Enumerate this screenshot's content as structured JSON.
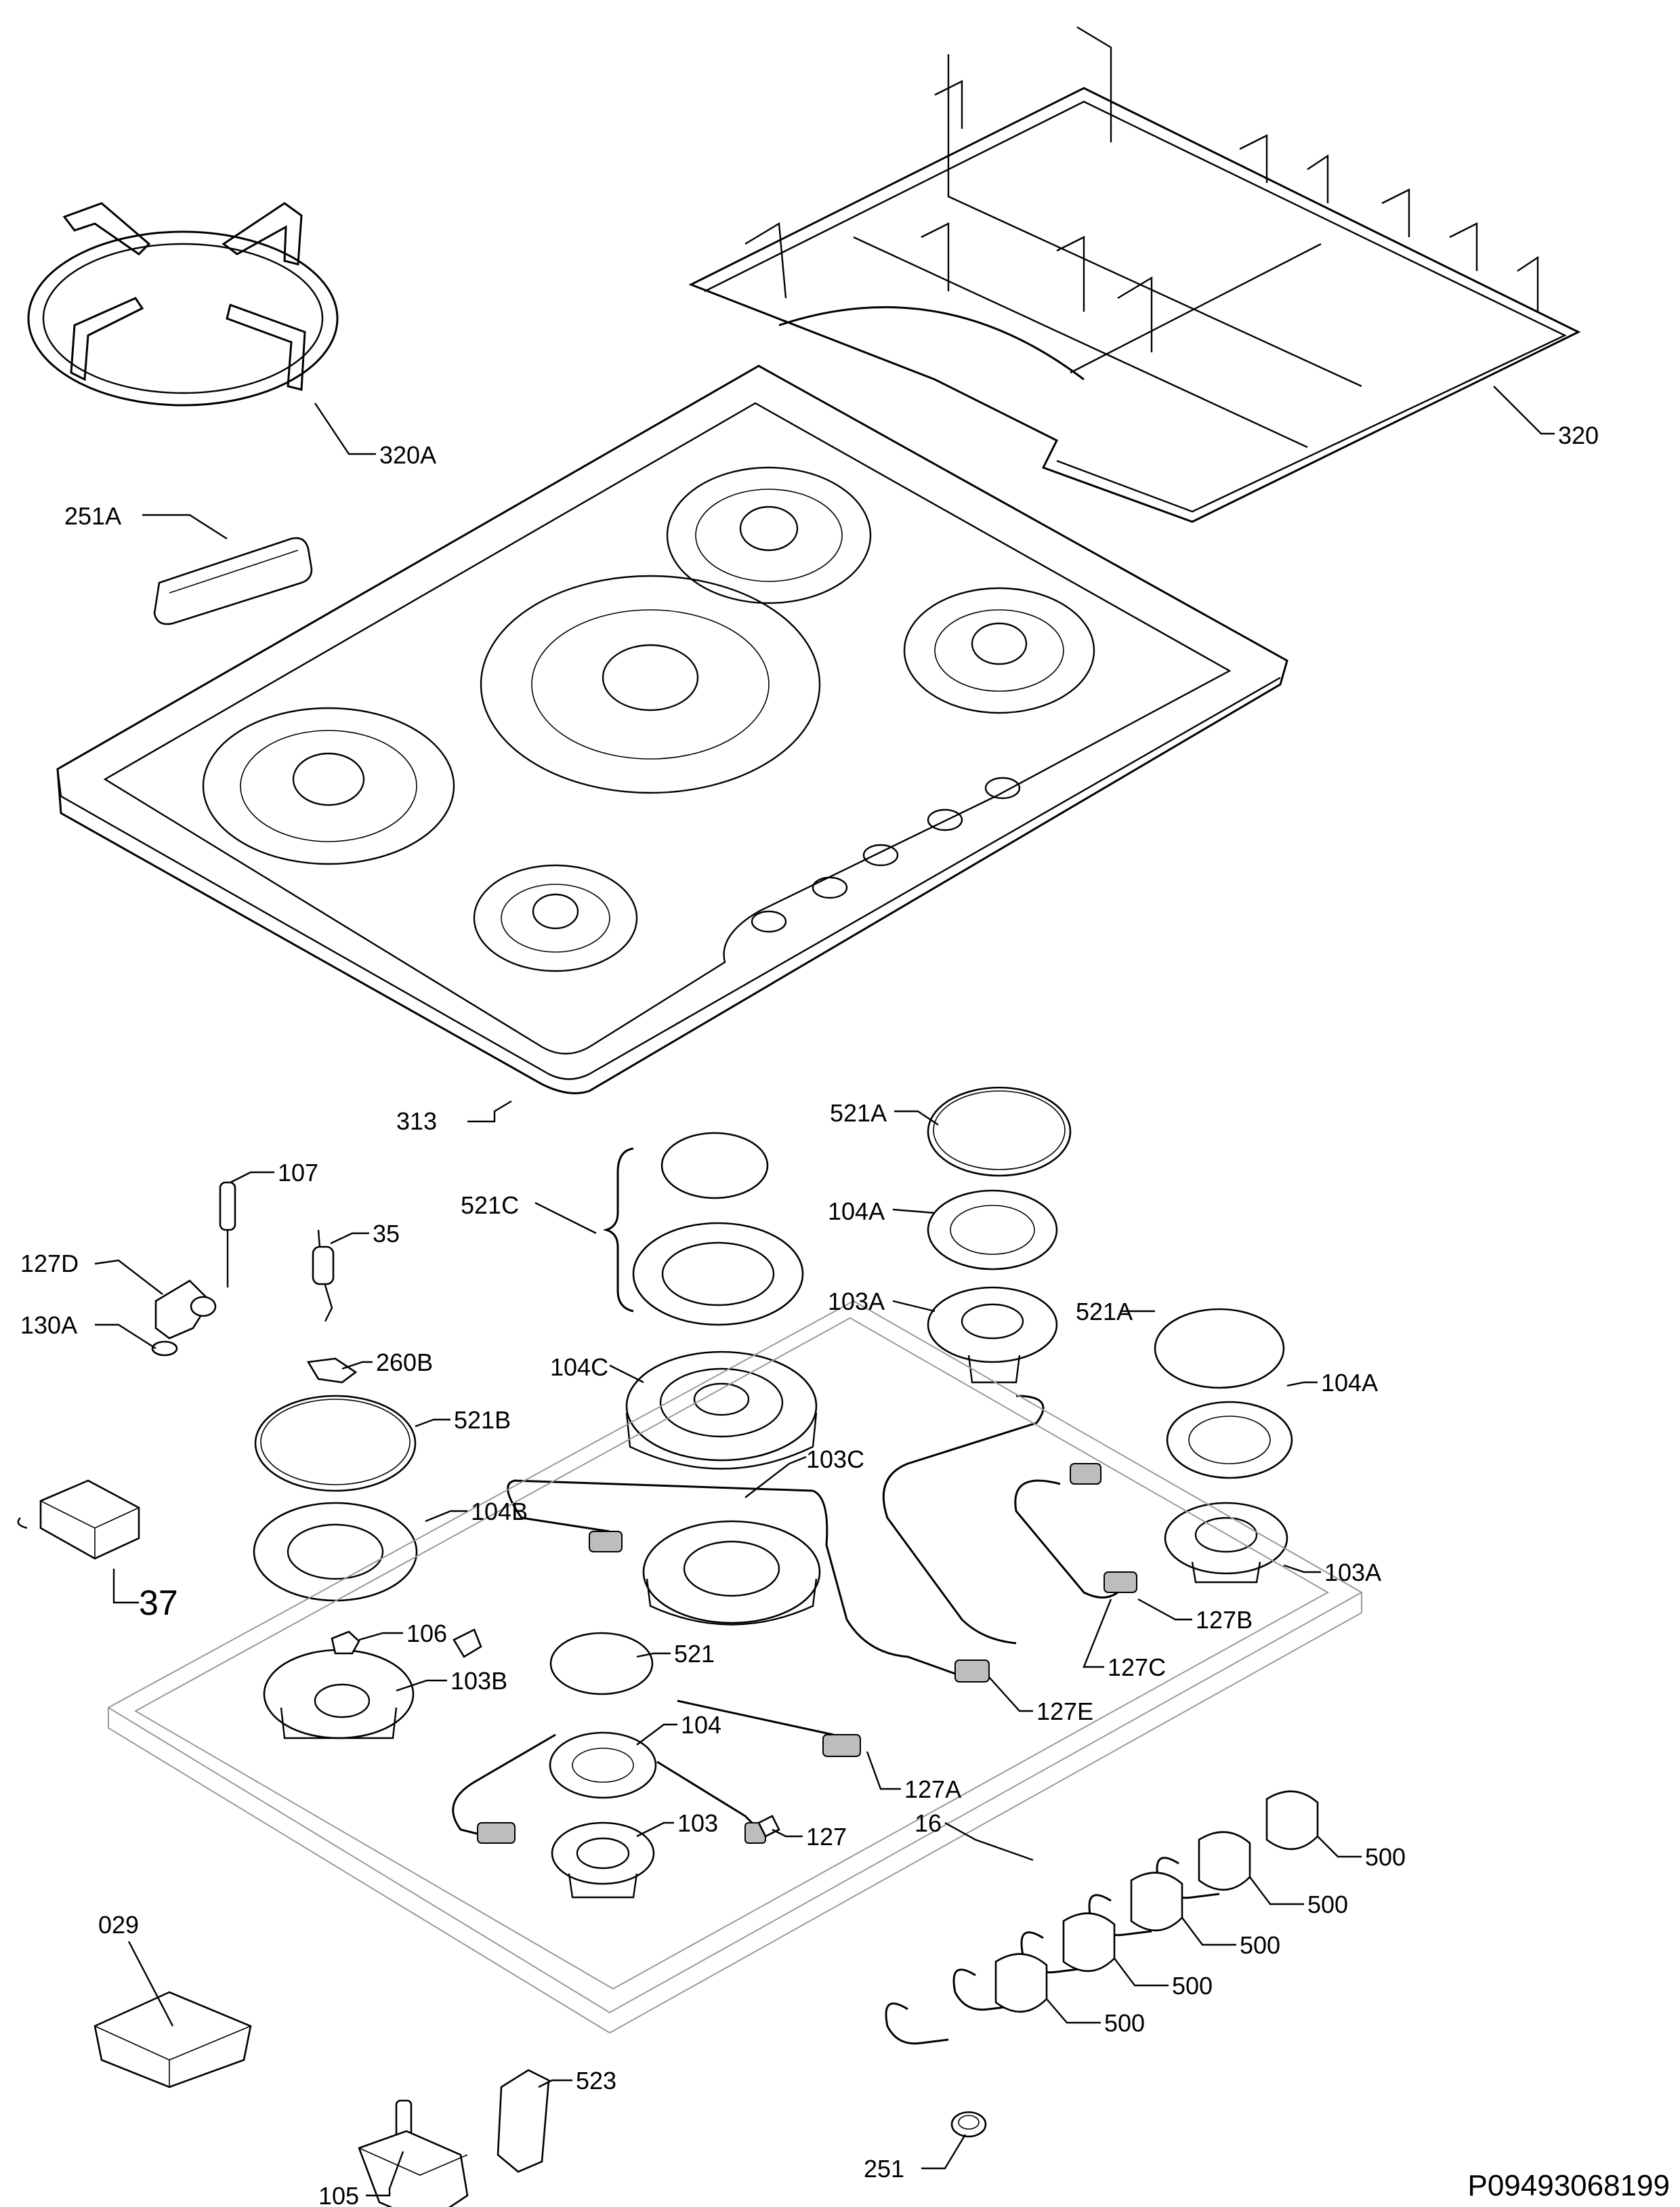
{
  "drawing_code": "P09493068199",
  "parts": [
    {
      "id": "p320A",
      "label": "320A"
    },
    {
      "id": "p320",
      "label": "320"
    },
    {
      "id": "p251A",
      "label": "251A"
    },
    {
      "id": "p313",
      "label": "313"
    },
    {
      "id": "p521A_top",
      "label": "521A"
    },
    {
      "id": "p107",
      "label": "107"
    },
    {
      "id": "p521C",
      "label": "521C"
    },
    {
      "id": "p104A_top",
      "label": "104A"
    },
    {
      "id": "p35",
      "label": "35"
    },
    {
      "id": "p127D",
      "label": "127D"
    },
    {
      "id": "p130A",
      "label": "130A"
    },
    {
      "id": "p103A_top",
      "label": "103A"
    },
    {
      "id": "p521A_right",
      "label": "521A"
    },
    {
      "id": "p104C",
      "label": "104C"
    },
    {
      "id": "p260B",
      "label": "260B"
    },
    {
      "id": "p104A_right",
      "label": "104A"
    },
    {
      "id": "p521B",
      "label": "521B"
    },
    {
      "id": "p103C",
      "label": "103C"
    },
    {
      "id": "p104B",
      "label": "104B"
    },
    {
      "id": "p37",
      "label": "37"
    },
    {
      "id": "p103A_right",
      "label": "103A"
    },
    {
      "id": "p127B",
      "label": "127B"
    },
    {
      "id": "p106",
      "label": "106"
    },
    {
      "id": "p127C",
      "label": "127C"
    },
    {
      "id": "p521",
      "label": "521"
    },
    {
      "id": "p103B",
      "label": "103B"
    },
    {
      "id": "p127E",
      "label": "127E"
    },
    {
      "id": "p104",
      "label": "104"
    },
    {
      "id": "p127A",
      "label": "127A"
    },
    {
      "id": "p103",
      "label": "103"
    },
    {
      "id": "p127",
      "label": "127"
    },
    {
      "id": "p16",
      "label": "16"
    },
    {
      "id": "p500_a",
      "label": "500"
    },
    {
      "id": "p500_b",
      "label": "500"
    },
    {
      "id": "p500_c",
      "label": "500"
    },
    {
      "id": "p500_d",
      "label": "500"
    },
    {
      "id": "p500_e",
      "label": "500"
    },
    {
      "id": "p029",
      "label": "029"
    },
    {
      "id": "p523",
      "label": "523"
    },
    {
      "id": "p105",
      "label": "105"
    },
    {
      "id": "p251",
      "label": "251"
    }
  ]
}
